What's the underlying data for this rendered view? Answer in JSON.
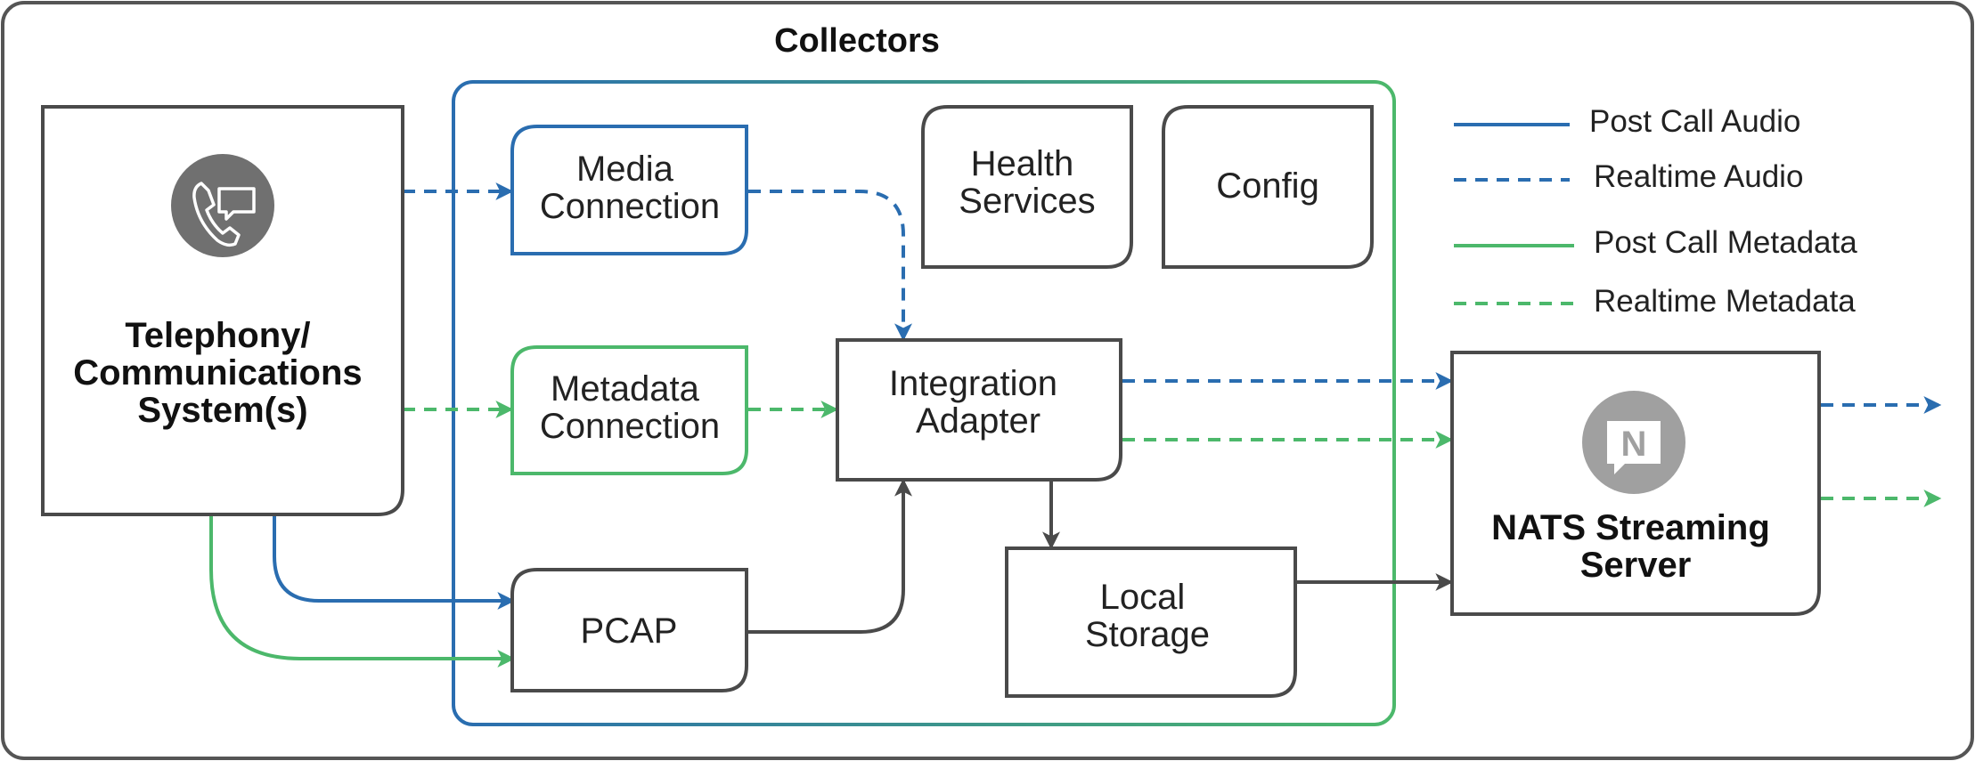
{
  "colors": {
    "blue": "#2a6db0",
    "green": "#4cb86b",
    "dark": "#4a4a4a",
    "icon_gray": "#707070",
    "nats_gray": "#a0a0a0"
  },
  "diagram": {
    "collectors_title": "Collectors",
    "telephony": {
      "lines": [
        "Telephony/",
        "Communications",
        "System(s)"
      ],
      "icon": "phone-chat-icon"
    },
    "media_connection": {
      "lines": [
        "Media",
        "Connection"
      ]
    },
    "metadata_connection": {
      "lines": [
        "Metadata",
        "Connection"
      ]
    },
    "pcap": {
      "lines": [
        "PCAP"
      ]
    },
    "health_services": {
      "lines": [
        "Health",
        "Services"
      ]
    },
    "config": {
      "lines": [
        "Config"
      ]
    },
    "integration_adapter": {
      "lines": [
        "Integration",
        "Adapter"
      ]
    },
    "local_storage": {
      "lines": [
        "Local",
        "Storage"
      ]
    },
    "nats": {
      "lines": [
        "NATS Streaming",
        "Server"
      ],
      "icon": "nats-logo-icon",
      "icon_letter": "N"
    }
  },
  "legend": [
    {
      "label": "Post Call Audio",
      "color": "#2a6db0",
      "style": "solid"
    },
    {
      "label": "Realtime Audio",
      "color": "#2a6db0",
      "style": "dashed"
    },
    {
      "label": "Post Call Metadata",
      "color": "#4cb86b",
      "style": "solid"
    },
    {
      "label": "Realtime Metadata",
      "color": "#4cb86b",
      "style": "dashed"
    }
  ]
}
